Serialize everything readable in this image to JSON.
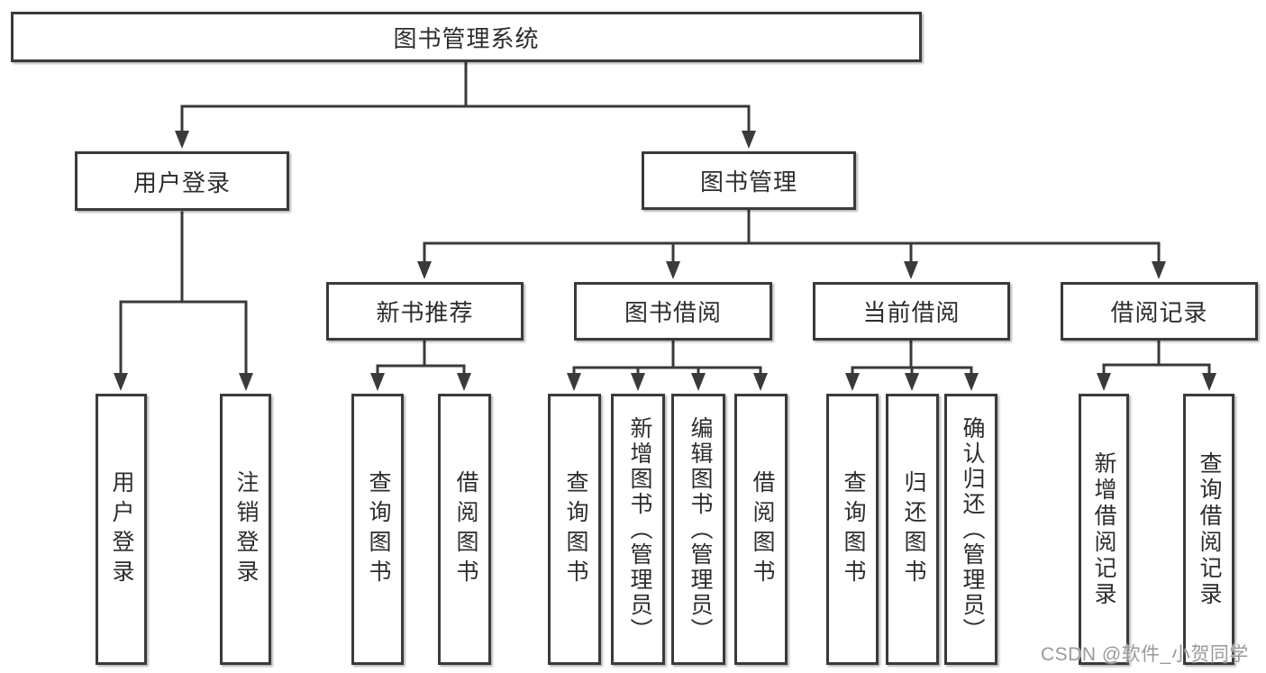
{
  "tree": {
    "root": "图书管理系统",
    "children": [
      {
        "label": "用户登录",
        "children": [
          "用户登录",
          "注销登录"
        ]
      },
      {
        "label": "图书管理",
        "children": [
          {
            "label": "新书推荐",
            "children": [
              "查询图书",
              "借阅图书"
            ]
          },
          {
            "label": "图书借阅",
            "children": [
              "查询图书",
              "新增图书（管理员）",
              "编辑图书（管理员）",
              "借阅图书"
            ]
          },
          {
            "label": "当前借阅",
            "children": [
              "查询图书",
              "归还图书",
              "确认归还（管理员）"
            ]
          },
          {
            "label": "借阅记录",
            "children": [
              "新增借阅记录",
              "查询借阅记录"
            ]
          }
        ]
      }
    ]
  },
  "watermark": {
    "text": "CSDN @软件_小贺同学"
  },
  "colors": {
    "line": "#3a3a3a",
    "text": "#2d2d2d",
    "box_fill": "#ffffff",
    "background": "#ffffff",
    "watermark": "#9a9a9a"
  }
}
